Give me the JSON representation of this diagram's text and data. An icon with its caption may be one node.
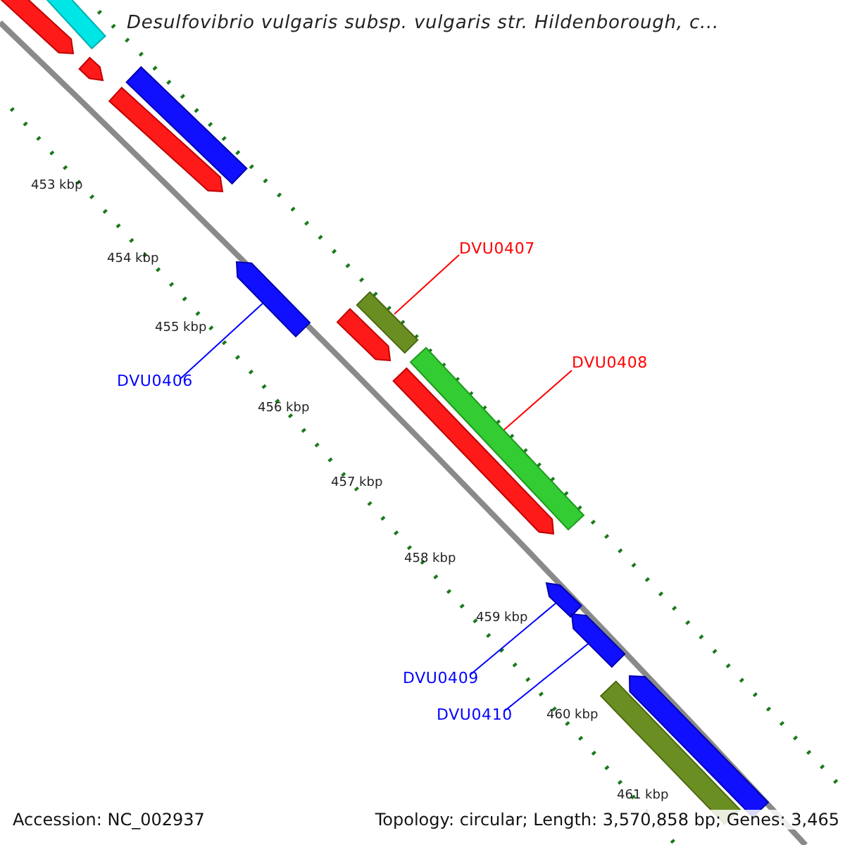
{
  "diagram": {
    "title": "Desulfovibrio vulgaris subsp. vulgaris str. Hildenborough, c...",
    "nodes": [
      {
        "text": [
          "DVU0407"
        ]
      },
      {
        "text": [],
        "shape": "bar"
      },
      {
        "text": [
          "DVU0408"
        ]
      },
      {
        "text": [],
        "shape": "bar"
      },
      {
        "text": [
          "DVU0406"
        ]
      },
      {
        "text": [],
        "shape": "bar"
      },
      {
        "text": [
          "DVU0409"
        ]
      },
      {
        "text": [],
        "shape": "bar"
      },
      {
        "text": [
          "DVU0410"
        ]
      },
      {
        "text": [],
        "shape": "bar"
      }
    ],
    "edges": [
      {
        "from": 0,
        "to": 1,
        "arrow": "none",
        "color": "#ff0000"
      },
      {
        "from": 2,
        "to": 3,
        "arrow": "none",
        "color": "#ff0000"
      },
      {
        "from": 4,
        "to": 5,
        "arrow": "none"
      },
      {
        "from": 6,
        "to": 7,
        "arrow": "none"
      },
      {
        "from": 8,
        "to": 9,
        "arrow": "none"
      }
    ],
    "labels": [
      "453 kbp",
      "454 kbp",
      "455 kbp",
      "456 kbp",
      "457 kbp",
      "458 kbp",
      "459 kbp",
      "460 kbp",
      "461 kbp",
      "Accession: NC_002937",
      "Topology: circular; Length: 3,570,858 bp; Genes: 3,465"
    ]
  }
}
